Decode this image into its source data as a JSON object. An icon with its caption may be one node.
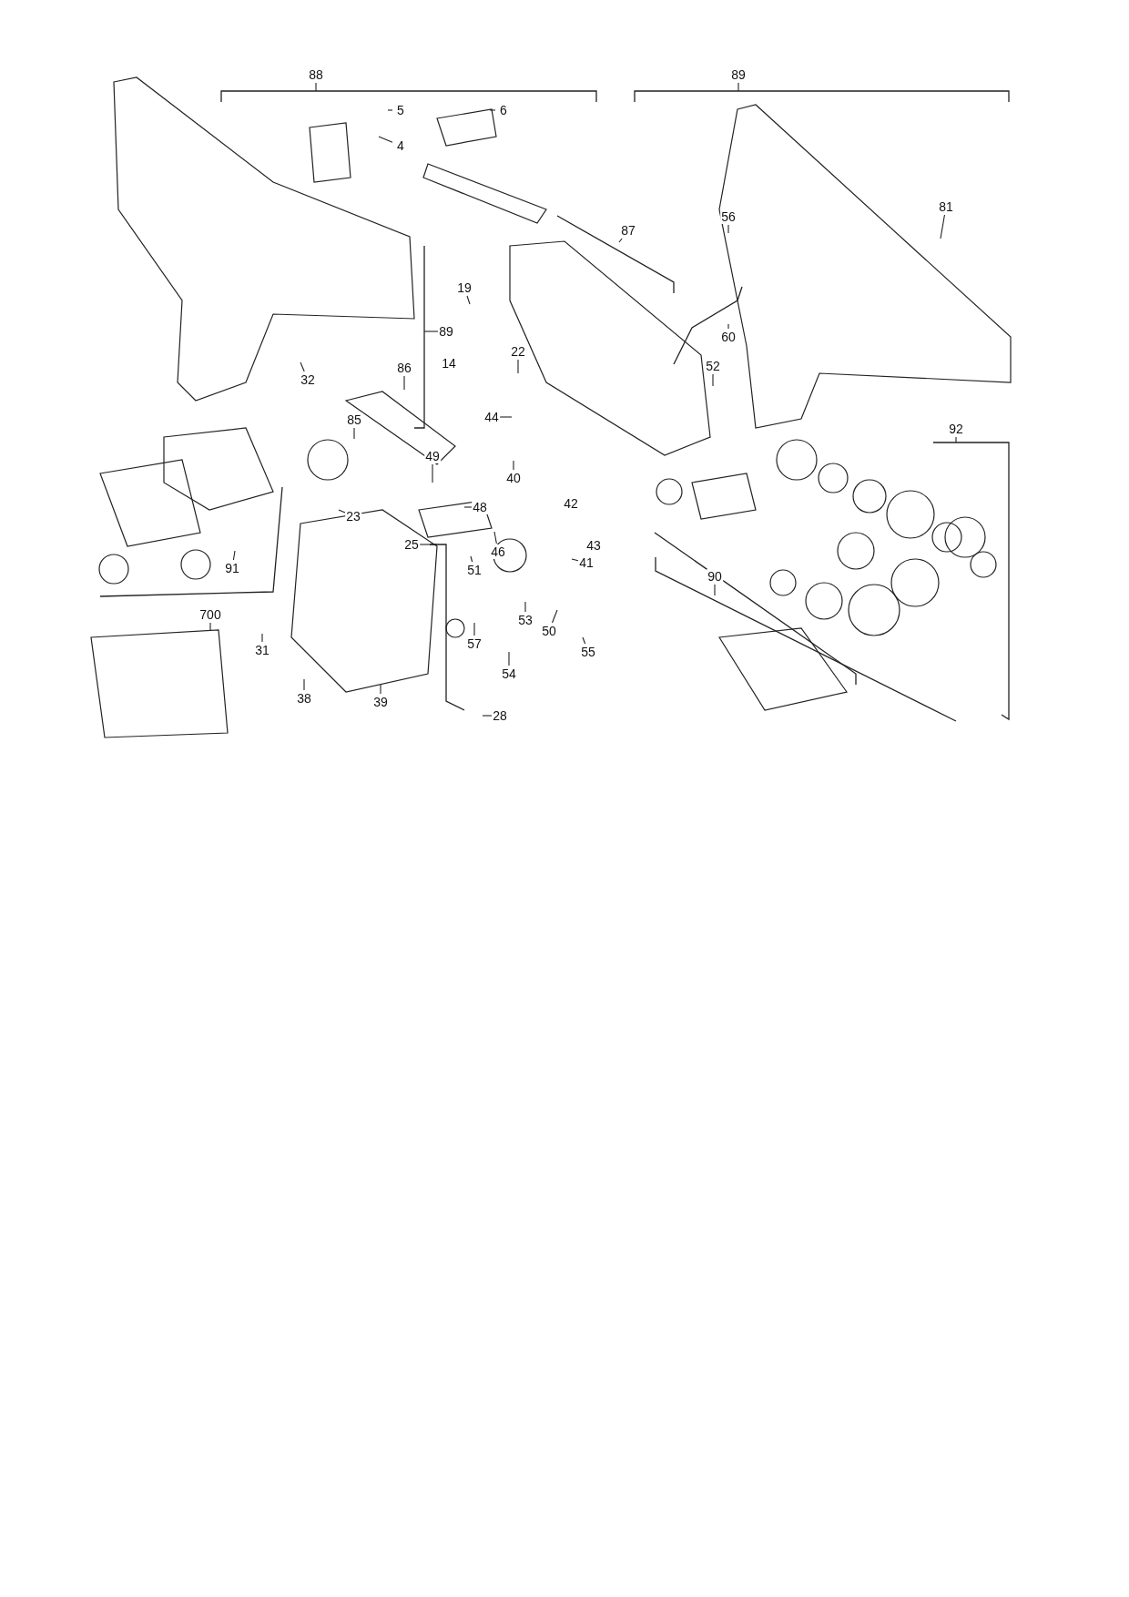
{
  "diagram": {
    "nodes": [
      {
        "text": [
          "88"
        ]
      },
      {
        "text": [
          "89"
        ]
      },
      {
        "text": [
          "5"
        ]
      },
      {
        "text": [
          "4"
        ]
      },
      {
        "text": [
          "6"
        ]
      },
      {
        "text": [
          "81"
        ]
      },
      {
        "text": [
          "87"
        ]
      },
      {
        "text": [
          "56"
        ]
      },
      {
        "text": [
          "19"
        ]
      },
      {
        "text": [
          "89"
        ]
      },
      {
        "text": [
          "22"
        ]
      },
      {
        "text": [
          "86"
        ]
      },
      {
        "text": [
          "60"
        ]
      },
      {
        "text": [
          "52"
        ]
      },
      {
        "text": [
          "32"
        ]
      },
      {
        "text": [
          "85"
        ]
      },
      {
        "text": [
          "44"
        ]
      },
      {
        "text": [
          "49"
        ]
      },
      {
        "text": [
          "40"
        ]
      },
      {
        "text": [
          "92"
        ]
      },
      {
        "text": [
          "48"
        ]
      },
      {
        "text": [
          "23"
        ]
      },
      {
        "text": [
          "25"
        ]
      },
      {
        "text": [
          "46"
        ]
      },
      {
        "text": [
          "41"
        ]
      },
      {
        "text": [
          "51"
        ]
      },
      {
        "text": [
          "91"
        ]
      },
      {
        "text": [
          "700"
        ]
      },
      {
        "text": [
          "53"
        ]
      },
      {
        "text": [
          "57"
        ]
      },
      {
        "text": [
          "50"
        ]
      },
      {
        "text": [
          "55"
        ]
      },
      {
        "text": [
          "54"
        ]
      },
      {
        "text": [
          "90"
        ]
      },
      {
        "text": [
          "31"
        ]
      },
      {
        "text": [
          "38"
        ]
      },
      {
        "text": [
          "39"
        ]
      },
      {
        "text": [
          "28"
        ]
      }
    ],
    "edges": [
      {
        "from": 0,
        "to": null,
        "arrow": "none"
      },
      {
        "from": 1,
        "to": null,
        "arrow": "none"
      },
      {
        "from": 2,
        "to": null,
        "arrow": "none"
      },
      {
        "from": 3,
        "to": null,
        "arrow": "none"
      },
      {
        "from": 4,
        "to": null,
        "arrow": "none"
      },
      {
        "from": 5,
        "to": null,
        "arrow": "none"
      },
      {
        "from": 6,
        "to": null,
        "arrow": "none"
      },
      {
        "from": 7,
        "to": null,
        "arrow": "none"
      },
      {
        "from": 8,
        "to": null,
        "arrow": "none"
      },
      {
        "from": 9,
        "to": null,
        "arrow": "none"
      },
      {
        "from": 10,
        "to": null,
        "arrow": "none"
      },
      {
        "from": 11,
        "to": null,
        "arrow": "none"
      },
      {
        "from": 12,
        "to": null,
        "arrow": "none"
      },
      {
        "from": 13,
        "to": null,
        "arrow": "none"
      },
      {
        "from": 14,
        "to": null,
        "arrow": "none"
      },
      {
        "from": 15,
        "to": null,
        "arrow": "none"
      },
      {
        "from": 16,
        "to": null,
        "arrow": "none"
      },
      {
        "from": 17,
        "to": null,
        "arrow": "none"
      },
      {
        "from": 18,
        "to": null,
        "arrow": "none"
      },
      {
        "from": 19,
        "to": null,
        "arrow": "none"
      },
      {
        "from": 20,
        "to": null,
        "arrow": "none"
      },
      {
        "from": 21,
        "to": null,
        "arrow": "none"
      },
      {
        "from": 22,
        "to": null,
        "arrow": "none"
      },
      {
        "from": 23,
        "to": null,
        "arrow": "none"
      },
      {
        "from": 24,
        "to": null,
        "arrow": "none"
      },
      {
        "from": 25,
        "to": null,
        "arrow": "none"
      },
      {
        "from": 26,
        "to": null,
        "arrow": "none"
      },
      {
        "from": 27,
        "to": null,
        "arrow": "none"
      },
      {
        "from": 28,
        "to": null,
        "arrow": "none"
      },
      {
        "from": 29,
        "to": null,
        "arrow": "none"
      },
      {
        "from": 30,
        "to": null,
        "arrow": "none"
      },
      {
        "from": 31,
        "to": null,
        "arrow": "none"
      },
      {
        "from": 32,
        "to": null,
        "arrow": "none"
      },
      {
        "from": 33,
        "to": null,
        "arrow": "none"
      },
      {
        "from": 34,
        "to": null,
        "arrow": "none"
      },
      {
        "from": 35,
        "to": null,
        "arrow": "none"
      },
      {
        "from": 36,
        "to": null,
        "arrow": "none"
      },
      {
        "from": 37,
        "to": null,
        "arrow": "none"
      }
    ],
    "labels": [
      "14",
      "42",
      "43"
    ]
  }
}
